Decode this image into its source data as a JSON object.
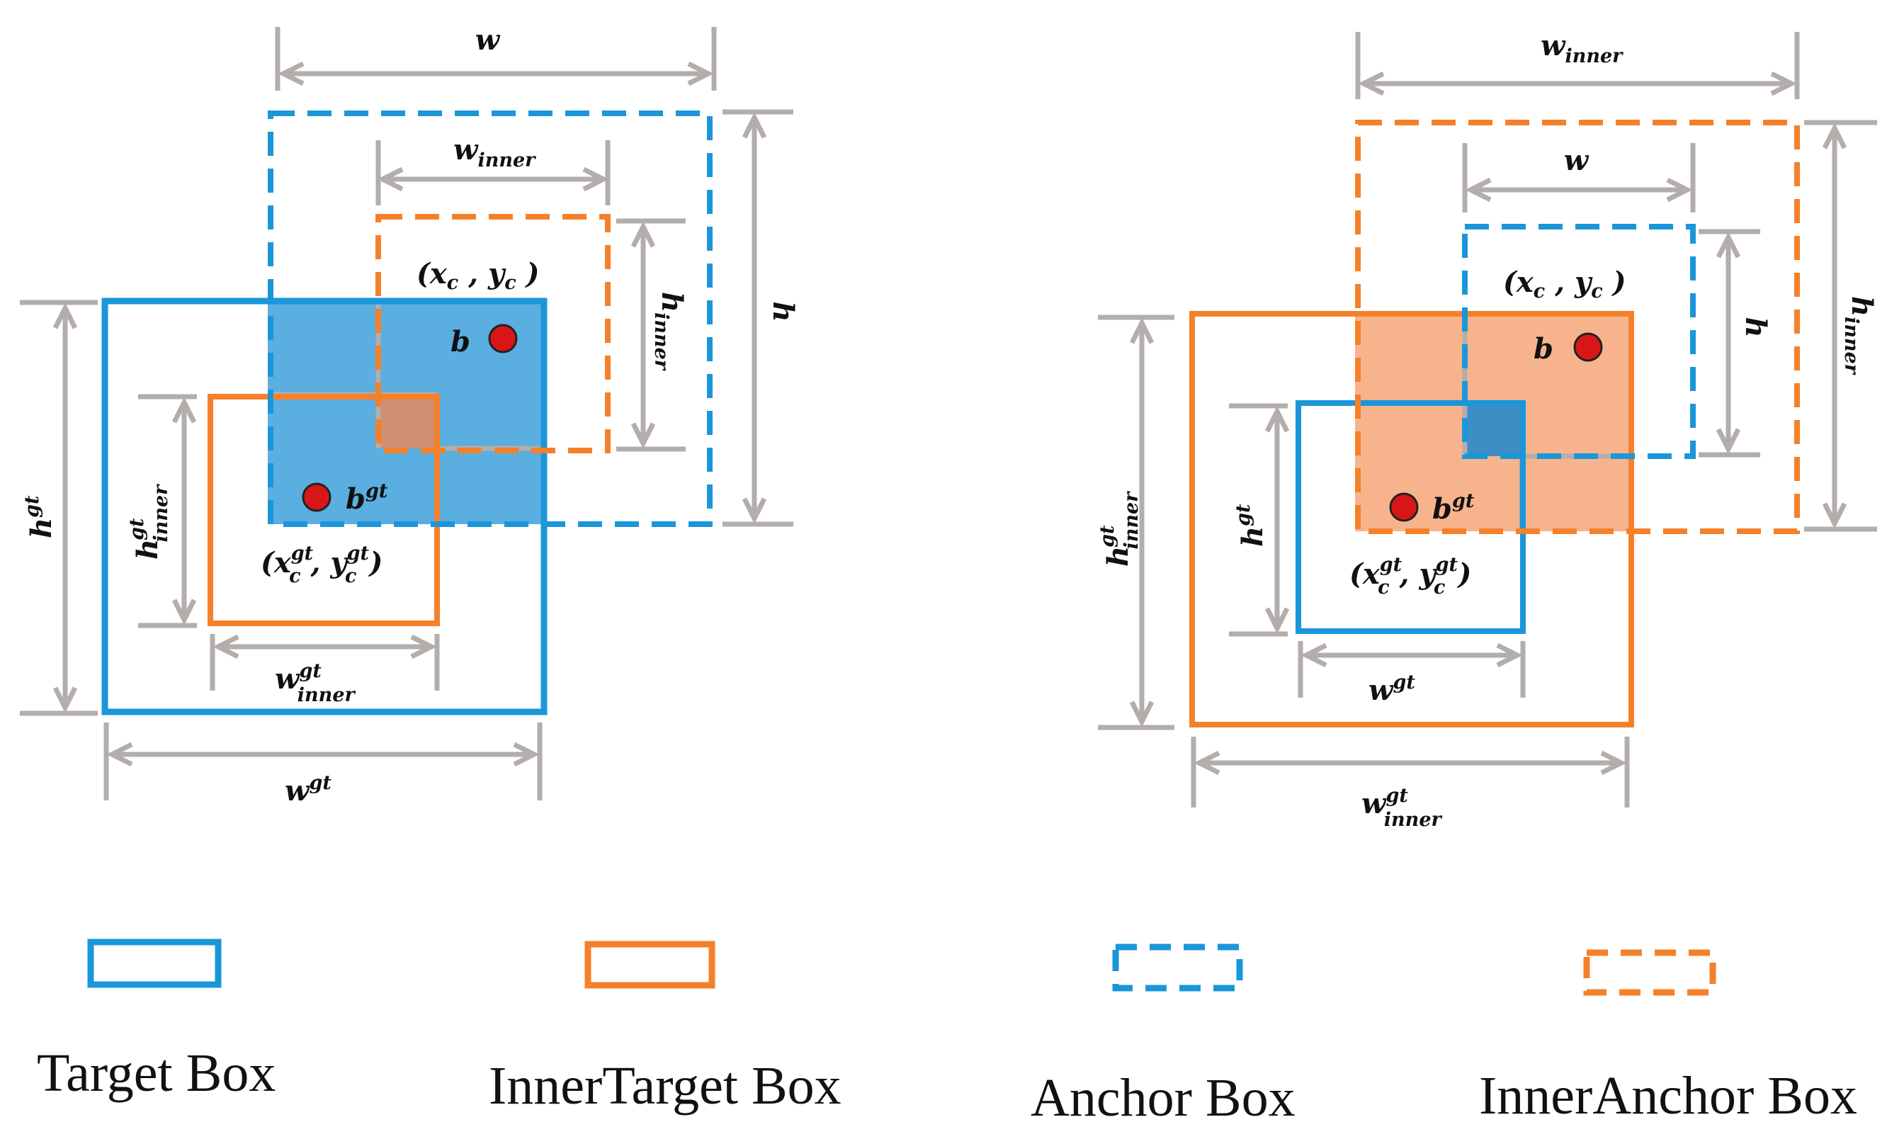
{
  "colors": {
    "blue": "#1b96d9",
    "orange": "#f5802a",
    "blue_fill": "#5aaee0",
    "orange_fill": "#f7b48c",
    "dimension_gray": "#b3adab",
    "point_red": "#d91616"
  },
  "left": {
    "w": "w",
    "w_inner": "w",
    "w_inner_sub": "inner",
    "h": "h",
    "h_inner": "h",
    "h_inner_sub": "inner",
    "h_gt": "h",
    "h_gt_sup": "gt",
    "h_gt_inner": "h",
    "h_gt_inner_sup": "gt",
    "h_gt_inner_sub": "inner",
    "w_gt_inner": "w",
    "w_gt_inner_sup": "gt",
    "w_gt_inner_sub": "inner",
    "w_gt": "w",
    "w_gt_sup": "gt",
    "center": "(x",
    "center_sub_x": "c",
    "center_mid": " , y",
    "center_sub_y": "c",
    "center_close": " )",
    "center_gt": "(x",
    "center_gt_sup_x": "gt",
    "center_gt_sub_x": "c",
    "center_gt_mid": " , y",
    "center_gt_sup_y": "gt",
    "center_gt_sub_y": "c",
    "center_gt_close": ")",
    "b": "b",
    "b_gt": "b",
    "b_gt_sup": "gt"
  },
  "right": {
    "w_inner": "w",
    "w_inner_sub": "inner",
    "w": "w",
    "h_inner": "h",
    "h_inner_sub": "inner",
    "h": "h",
    "h_gt_inner": "h",
    "h_gt_inner_sup": "gt",
    "h_gt_inner_sub": "inner",
    "h_gt": "h",
    "h_gt_sup": "gt",
    "w_gt": "w",
    "w_gt_sup": "gt",
    "w_gt_inner": "w",
    "w_gt_inner_sup": "gt",
    "w_gt_inner_sub": "inner",
    "center": "(x",
    "center_sub_x": "c",
    "center_mid": " , y",
    "center_sub_y": "c",
    "center_close": " )",
    "center_gt": "(x",
    "center_gt_sup_x": "gt",
    "center_gt_sub_x": "c",
    "center_gt_mid": " , y",
    "center_gt_sup_y": "gt",
    "center_gt_sub_y": "c",
    "center_gt_close": ")",
    "b": "b",
    "b_gt": "b",
    "b_gt_sup": "gt"
  },
  "legend": {
    "target_box": "Target Box",
    "inner_target_box": "InnerTarget Box",
    "anchor_box": "Anchor Box",
    "inner_anchor_box": "InnerAnchor Box"
  }
}
